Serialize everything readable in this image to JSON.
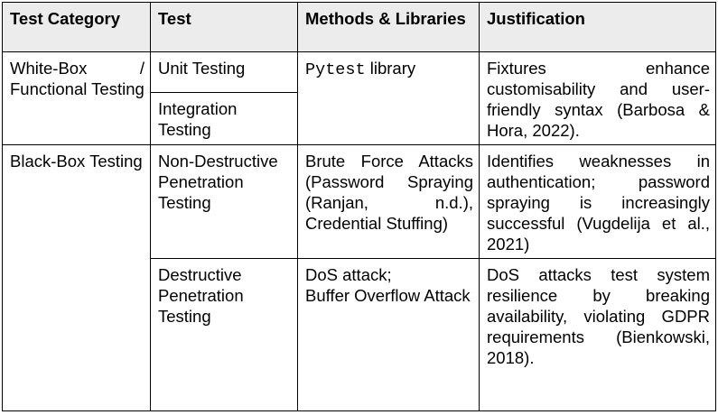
{
  "headers": {
    "category": "Test Category",
    "test": "Test",
    "methods": "Methods & Libraries",
    "justification": "Justification"
  },
  "rows": {
    "whitebox": {
      "category": "White-Box / Functional Testing",
      "unit_test": "Unit Testing",
      "integration_test": "Integration Testing",
      "method_lib": "Pytest",
      "method_rest": " library",
      "justification": "Fixtures enhance customisability and user-friendly syntax (Barbosa & Hora, 2022)."
    },
    "blackbox": {
      "category": "Black-Box Testing",
      "nd_test": "Non-Destructive Penetration Testing",
      "nd_method": "Brute Force Attacks (Password Spraying (Ranjan, n.d.), Credential Stuffing)",
      "nd_justification": "Identifies weaknesses in authentication; password spraying is increasingly successful (Vugdelija et al., 2021)",
      "d_test": "Destructive Penetration Testing",
      "d_method_1": "DoS attack;",
      "d_method_2": "Buffer Overflow Attack",
      "d_justification": "DoS attacks test system resilience by breaking availability, violating GDPR requirements (Bienkowski, 2018)."
    }
  }
}
